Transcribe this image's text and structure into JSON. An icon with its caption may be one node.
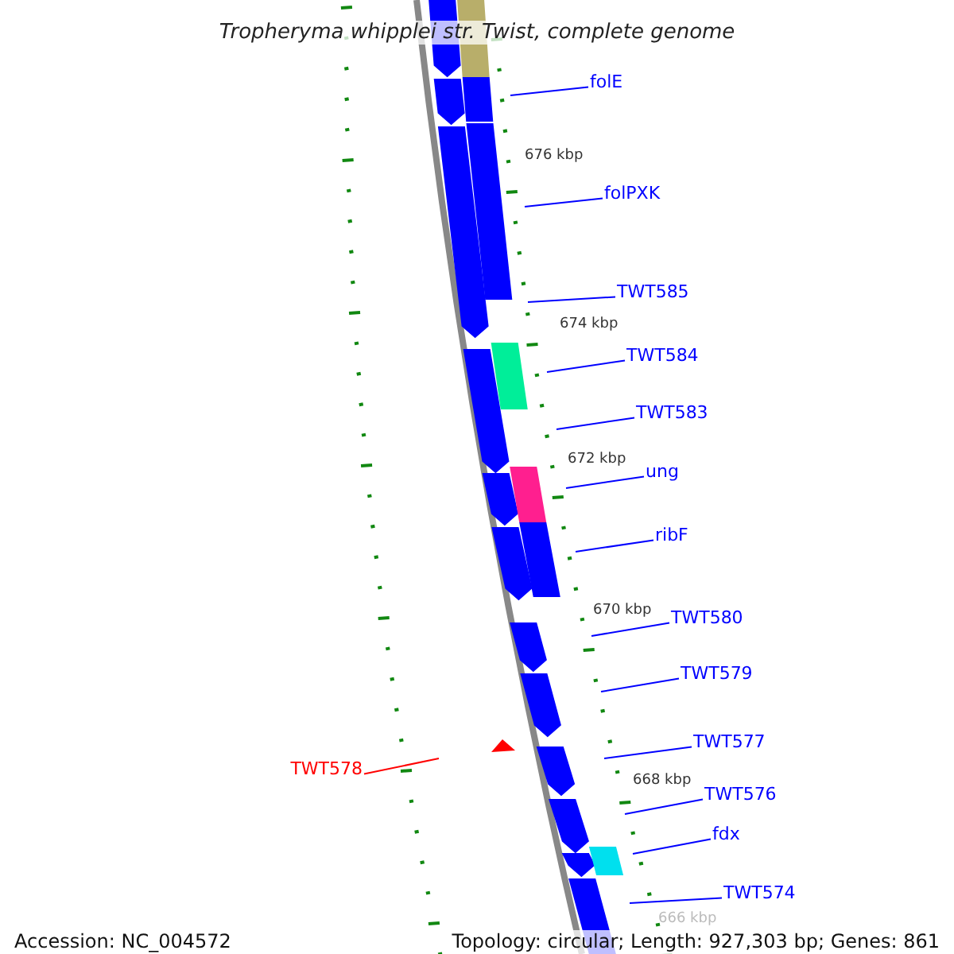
{
  "diagram": {
    "title": "Tropheryma whipplei str. Twist, complete genome",
    "nodes": [
      {
        "text": [
          "folE"
        ]
      },
      {
        "text": [
          "folPXK"
        ]
      },
      {
        "text": [
          "TWT585"
        ]
      },
      {
        "text": [
          "TWT584"
        ]
      },
      {
        "text": [
          "TWT583"
        ]
      },
      {
        "text": [
          "ung"
        ]
      },
      {
        "text": [
          "ribF"
        ]
      },
      {
        "text": [
          "TWT580"
        ]
      },
      {
        "text": [
          "TWT579"
        ]
      },
      {
        "text": [
          "TWT577"
        ]
      },
      {
        "text": [
          "TWT578"
        ]
      },
      {
        "text": [
          "TWT576"
        ]
      },
      {
        "text": [
          "fdx"
        ]
      },
      {
        "text": [
          "TWT574"
        ]
      }
    ],
    "edges": [
      {
        "from": 0,
        "to": null,
        "arrow": "none"
      },
      {
        "from": 1,
        "to": null,
        "arrow": "none"
      },
      {
        "from": 2,
        "to": null,
        "arrow": "none"
      },
      {
        "from": 3,
        "to": null,
        "arrow": "none"
      },
      {
        "from": 4,
        "to": null,
        "arrow": "none"
      },
      {
        "from": 5,
        "to": null,
        "arrow": "none"
      },
      {
        "from": 6,
        "to": null,
        "arrow": "none"
      },
      {
        "from": 7,
        "to": null,
        "arrow": "none"
      },
      {
        "from": 8,
        "to": null,
        "arrow": "none"
      },
      {
        "from": 9,
        "to": null,
        "arrow": "none"
      },
      {
        "from": 10,
        "to": null,
        "arrow": "none",
        "color": "#ff0000"
      },
      {
        "from": 11,
        "to": null,
        "arrow": "none"
      },
      {
        "from": 12,
        "to": null,
        "arrow": "none"
      },
      {
        "from": 13,
        "to": null,
        "arrow": "none"
      }
    ],
    "labels": [
      "676 kbp",
      "674 kbp",
      "672 kbp",
      "670 kbp",
      "668 kbp",
      "666 kbp",
      "Accession: NC_004572",
      "Topology: circular; Length: 927,303 bp; Genes: 861"
    ]
  }
}
